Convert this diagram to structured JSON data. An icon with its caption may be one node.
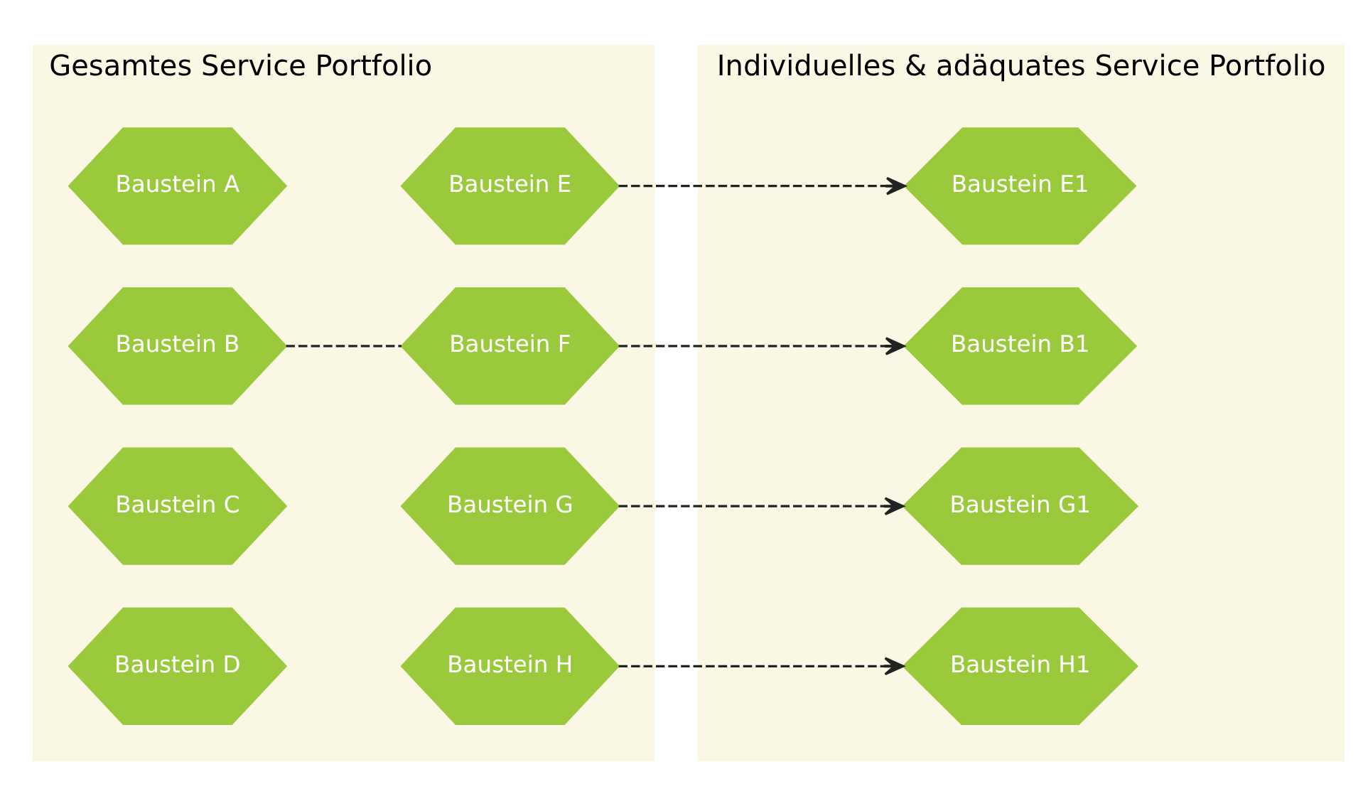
{
  "diagram": {
    "nodes": [
      {
        "text": [
          "Gesamtes Service Portfolio"
        ]
      },
      {
        "text": [
          "Baustein A"
        ],
        "in": 0
      },
      {
        "text": [
          "Baustein E"
        ],
        "in": 0
      },
      {
        "text": [
          "Baustein B"
        ],
        "in": 0
      },
      {
        "text": [
          "Baustein F"
        ],
        "in": 0
      },
      {
        "text": [
          "Baustein C"
        ],
        "in": 0
      },
      {
        "text": [
          "Baustein G"
        ],
        "in": 0
      },
      {
        "text": [
          "Baustein D"
        ],
        "in": 0
      },
      {
        "text": [
          "Baustein H"
        ],
        "in": 0
      },
      {
        "text": [
          "Individuelles & adäquates Service Portfolio"
        ]
      },
      {
        "text": [
          "Baustein E1"
        ],
        "in": 9
      },
      {
        "text": [
          "Baustein B1"
        ],
        "in": 9
      },
      {
        "text": [
          "Baustein G1"
        ],
        "in": 9
      },
      {
        "text": [
          "Baustein H1"
        ],
        "in": 9
      }
    ],
    "edges": [
      {
        "from": 2,
        "to": 10,
        "arrow": "to",
        "style": "dashed"
      },
      {
        "from": 3,
        "to": 4,
        "arrow": "none",
        "style": "dashed"
      },
      {
        "from": 4,
        "to": 11,
        "arrow": "to",
        "style": "dashed"
      },
      {
        "from": 6,
        "to": 12,
        "arrow": "to",
        "style": "dashed"
      },
      {
        "from": 8,
        "to": 13,
        "arrow": "to",
        "style": "dashed"
      }
    ]
  }
}
